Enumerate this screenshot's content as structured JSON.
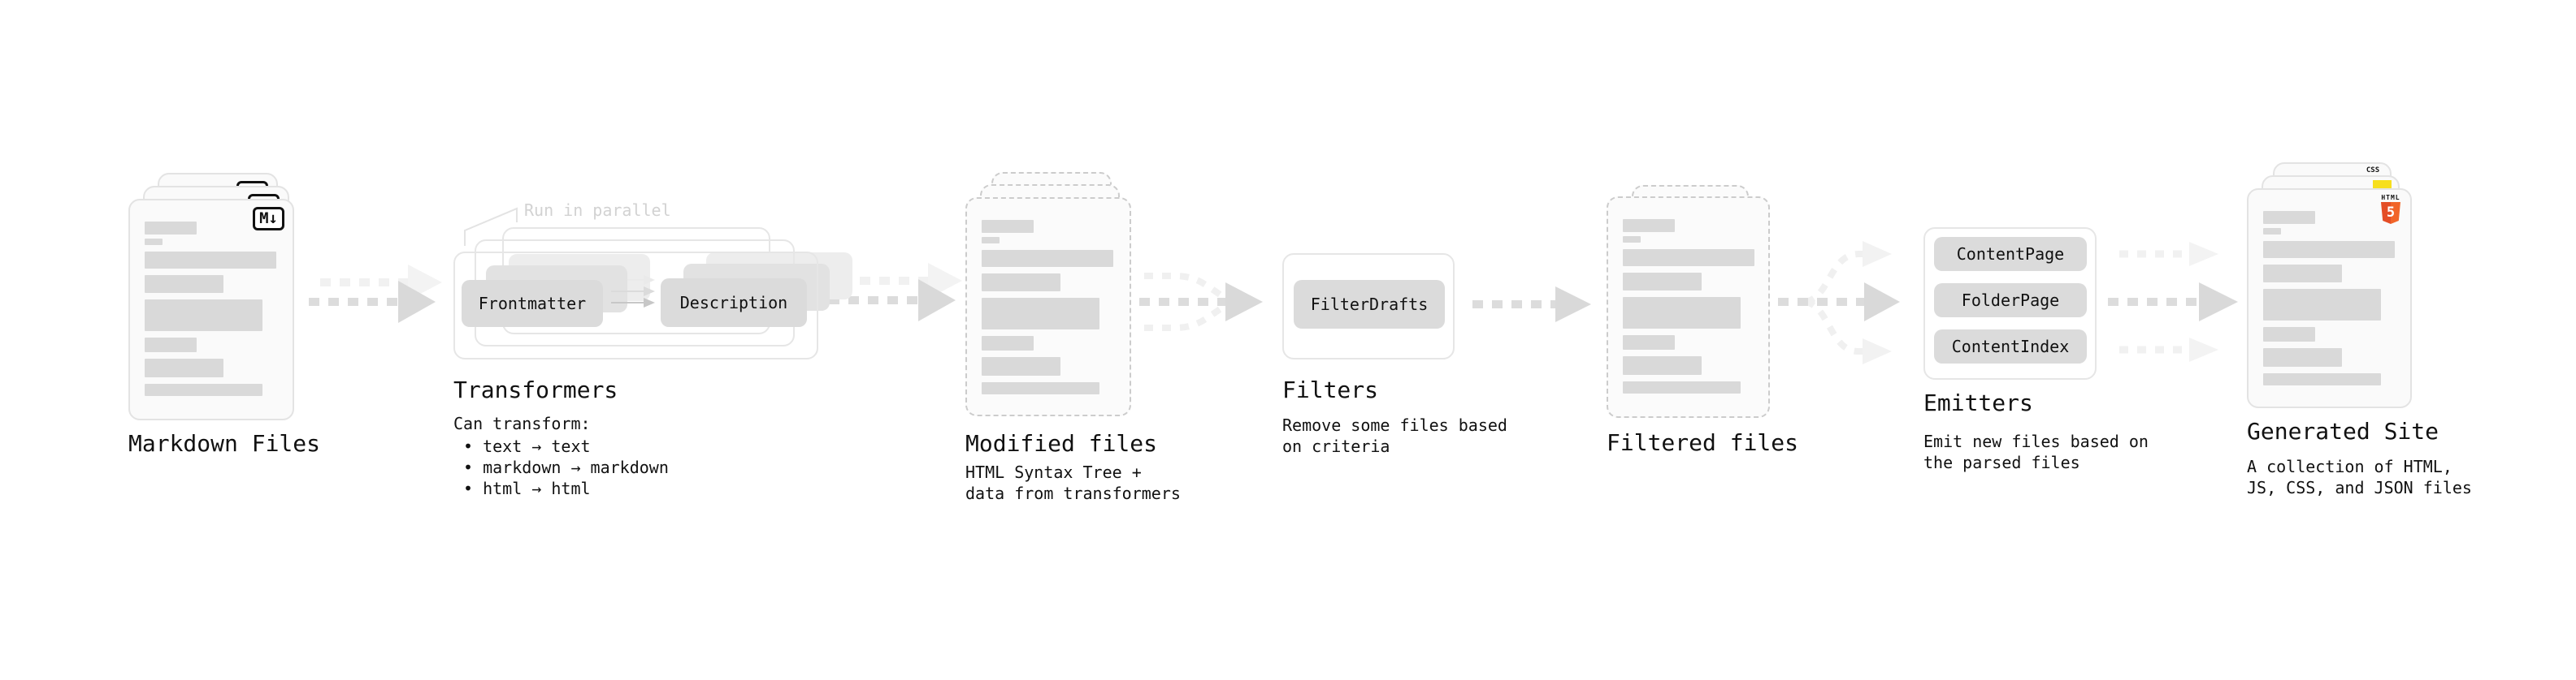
{
  "stages": {
    "markdown": {
      "title": "Markdown Files",
      "badge": "M↓"
    },
    "transformers": {
      "note": "Run in parallel",
      "pill_left": "Frontmatter",
      "pill_right": "Description",
      "title": "Transformers",
      "caption": "Can transform:",
      "bullets": [
        "• text → text",
        "• markdown → markdown",
        "• html → html"
      ]
    },
    "modified": {
      "title": "Modified files",
      "caption_line1": "HTML Syntax Tree +",
      "caption_line2": "data from transformers"
    },
    "filters": {
      "title": "Filters",
      "pill": "FilterDrafts",
      "caption_line1": "Remove some files based",
      "caption_line2": "on criteria"
    },
    "filtered": {
      "title": "Filtered files"
    },
    "emitters": {
      "title": "Emitters",
      "pills": [
        "ContentPage",
        "FolderPage",
        "ContentIndex"
      ],
      "caption_line1": "Emit new files based on",
      "caption_line2": "the parsed files"
    },
    "generated": {
      "title": "Generated Site",
      "caption_line1": "A collection of HTML,",
      "caption_line2": "JS, CSS, and JSON files",
      "css_badge": "CSS",
      "html_badge_word": "HTML",
      "html_badge_number": "5"
    }
  },
  "colors": {
    "html5_orange": "#e44d26",
    "js_yellow": "#f7df1e",
    "css_blue": "#2965f1",
    "arrow_gray": "#d9d9d9",
    "arrow_light": "#f1f1f1",
    "bar_gray": "#d9d9d9"
  }
}
